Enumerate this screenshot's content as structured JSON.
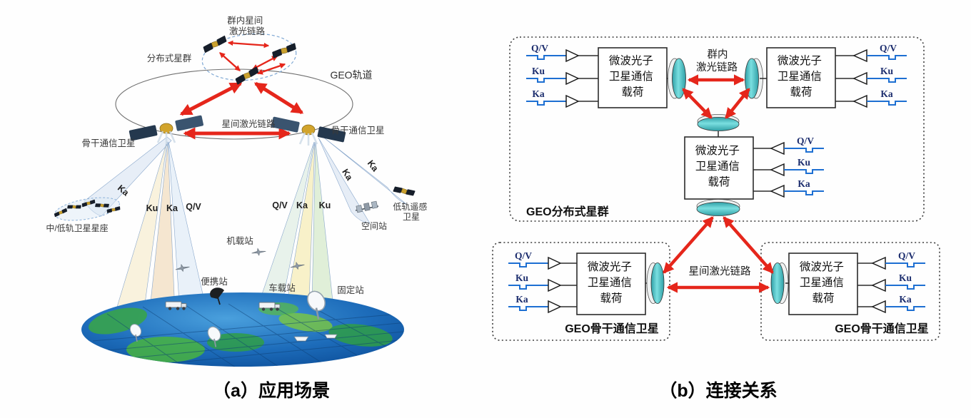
{
  "captions": {
    "a": "（a）应用场景",
    "b": "（b）连接关系"
  },
  "colors": {
    "laser_red": "#e5261b",
    "lens_teal": "#49c2c6",
    "signal_blue": "#1d6fd2"
  },
  "figure_a": {
    "cluster_link_line1": "群内星间",
    "cluster_link_line2": "激光链路",
    "distributed_cluster": "分布式星群",
    "geo_orbit": "GEO轨道",
    "inter_sat_link": "星间激光链路",
    "backbone_sat": "骨干通信卫星",
    "leo_constellation": "中/低轨卫星星座",
    "space_station": "空间站",
    "leo_remote_line1": "低轨遥感",
    "leo_remote_line2": "卫星",
    "airborne_station": "机载站",
    "portable_station": "便携站",
    "vehicle_station": "车载站",
    "fixed_station": "固定站",
    "band_ka": "Ka",
    "band_ku": "Ku",
    "band_qv": "Q/V"
  },
  "figure_b": {
    "payload_line1": "微波光子",
    "payload_line2": "卫星通信",
    "payload_line3": "载荷",
    "cluster_group": "GEO分布式星群",
    "backbone_group": "GEO骨干通信卫星",
    "intra_link_line1": "群内",
    "intra_link_line2": "激光链路",
    "inter_link": "星间激光链路",
    "bands": [
      "Q/V",
      "Ku",
      "Ka"
    ]
  }
}
